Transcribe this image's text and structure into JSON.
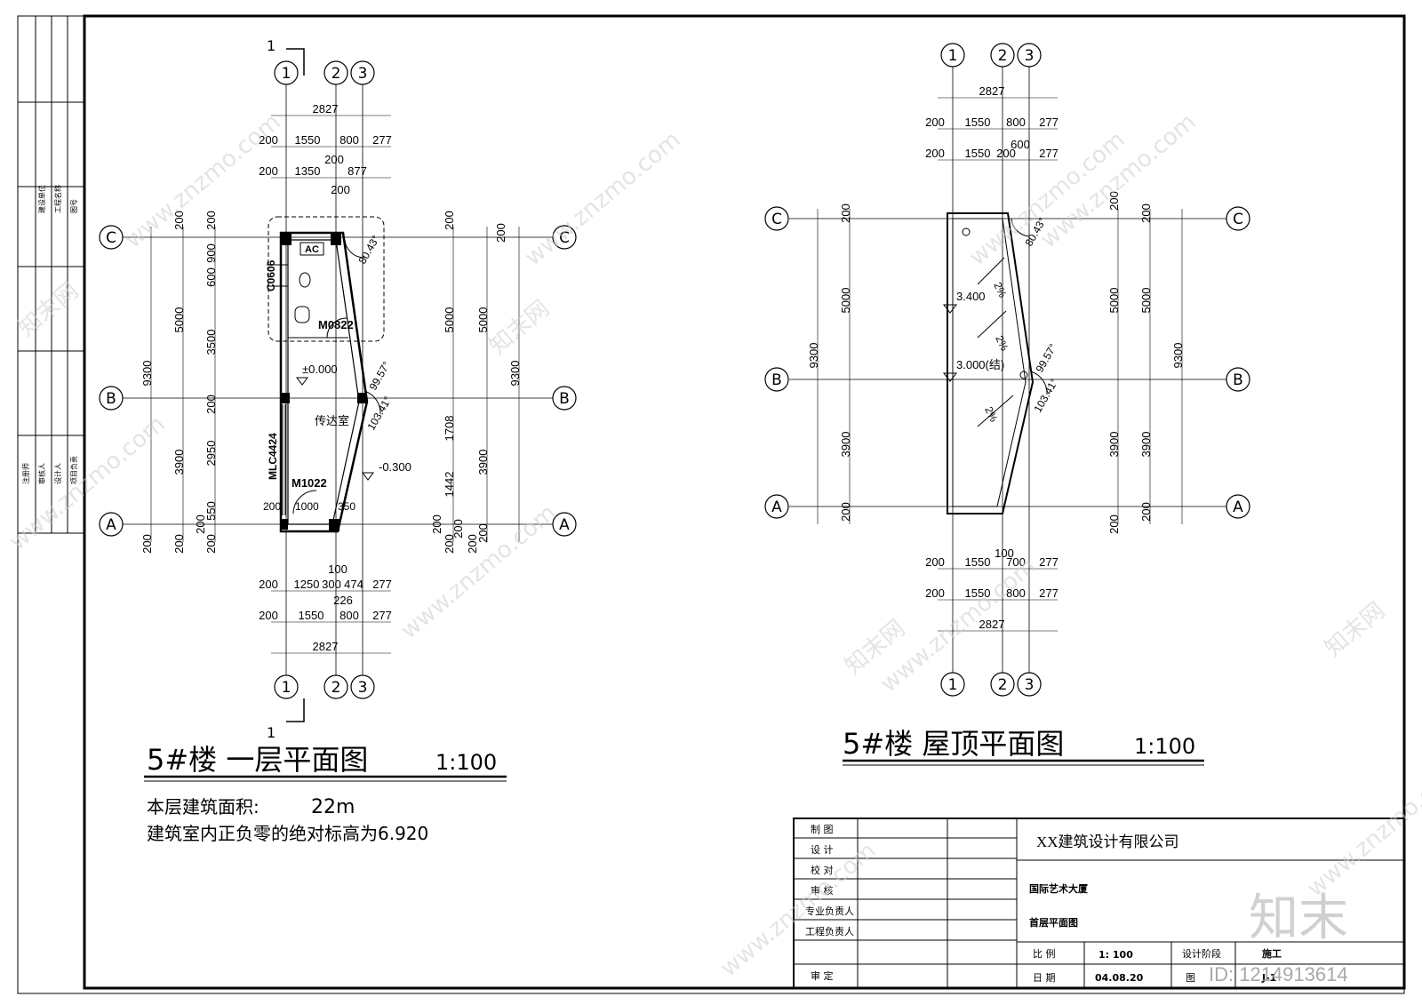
{
  "plans": {
    "ground": {
      "title": "5#楼  一层平面图",
      "scale": "1:100",
      "area_label": "本层建筑面积:",
      "area_value": "22m",
      "elevation_note": "建筑室内正负零的绝对标高为6.920",
      "section_mark": "1",
      "axes_top": [
        "1",
        "2",
        "3"
      ],
      "axes_side": [
        "C",
        "B",
        "A"
      ],
      "dims_top": [
        "2827",
        "200",
        "1550",
        "800",
        "277",
        "200",
        "1350",
        "200",
        "877",
        "200"
      ],
      "dims_bottom": [
        "100",
        "200",
        "1250",
        "300",
        "474",
        "277",
        "226",
        "200",
        "1550",
        "800",
        "277",
        "2827"
      ],
      "dims_left": [
        "200",
        "200",
        "900",
        "600",
        "5000",
        "3500",
        "9300",
        "200",
        "3900",
        "2950",
        "550",
        "200",
        "200",
        "200",
        "200"
      ],
      "dims_right": [
        "200",
        "200",
        "5000",
        "5000",
        "9300",
        "1708",
        "1442",
        "3900",
        "200",
        "200",
        "200",
        "200",
        "200"
      ],
      "labels": {
        "ac": "AC",
        "window_side": "C0606",
        "door_top": "M0822",
        "level_floor": "±0.000",
        "room": "传达室",
        "window_long": "MLC4424",
        "door_bottom": "M1022",
        "level_outside": "-0.300",
        "d_200": "200",
        "d_1000": "1000",
        "d_350": "350",
        "angle_top": "80.43°",
        "angle_mid": "99.57°",
        "angle_mid2": "103.41°"
      }
    },
    "roof": {
      "title": "5#楼  屋顶平面图",
      "scale": "1:100",
      "axes_top": [
        "1",
        "2",
        "3"
      ],
      "axes_side": [
        "C",
        "B",
        "A"
      ],
      "dims_top": [
        "2827",
        "200",
        "1550",
        "800",
        "277",
        "600",
        "200",
        "1550",
        "200",
        "277"
      ],
      "dims_bottom": [
        "100",
        "200",
        "1550",
        "700",
        "277",
        "200",
        "1550",
        "800",
        "277",
        "2827"
      ],
      "dims_left": [
        "200",
        "5000",
        "9300",
        "3900",
        "200"
      ],
      "dims_right": [
        "200",
        "200",
        "5000",
        "5000",
        "9300",
        "3900",
        "3900",
        "200",
        "200"
      ],
      "labels": {
        "elev1": "3.400",
        "elev2": "3.000(结)",
        "slope": "2%",
        "angle_top": "80.43°",
        "angle_mid": "99.57°",
        "angle_mid2": "103.41°"
      }
    }
  },
  "title_block": {
    "company": "XX建筑设计有限公司",
    "project": "国际艺术大厦",
    "drawing_name": "首层平面图",
    "roles": [
      "制  图",
      "设  计",
      "校  对",
      "审  核",
      "专业负责人",
      "工程负责人",
      "审  定"
    ],
    "scale_label": "比  例",
    "scale_value": "1: 100",
    "date_label": "日  期",
    "date_value": "04.08.20",
    "stage_label": "设计阶段",
    "stage_value": "施工",
    "sheet_label": "图",
    "sheet_value": "J-1"
  },
  "left_strip": {
    "cells_top": [
      "建设单位",
      "工程名称",
      "图号"
    ],
    "cells_bottom": [
      "注册师",
      "审核人",
      "设计人",
      "项目负责"
    ]
  },
  "watermark": {
    "site": "www.znzmo.com",
    "brand_cn": "知末网",
    "logo": "知末",
    "id_text": "ID: 1214913614"
  }
}
